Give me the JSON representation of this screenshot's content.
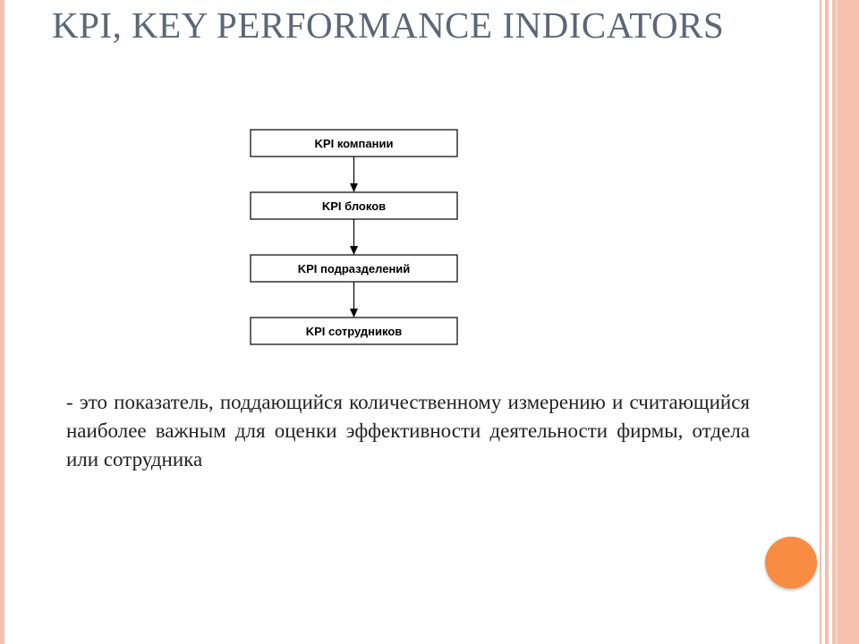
{
  "slide": {
    "title": "KPI, KEY PERFORMANCE INDICATORS",
    "body": "- это показатель, поддающийся количественному измерению и считающийся наиболее важным для оценки эффективности деятельности фирмы, отдела или сотрудника"
  },
  "diagram": {
    "nodes": [
      {
        "id": "company",
        "label": "KPI компании"
      },
      {
        "id": "blocks",
        "label": "KPI блоков"
      },
      {
        "id": "divisions",
        "label": "KPI подразделений"
      },
      {
        "id": "employees",
        "label": "KPI сотрудников"
      }
    ],
    "edges": [
      {
        "from": "company",
        "to": "blocks"
      },
      {
        "from": "blocks",
        "to": "divisions"
      },
      {
        "from": "divisions",
        "to": "employees"
      }
    ]
  },
  "colors": {
    "title": "#5b6777",
    "accent_circle": "#f88c42",
    "border": "#f3c0ae"
  }
}
